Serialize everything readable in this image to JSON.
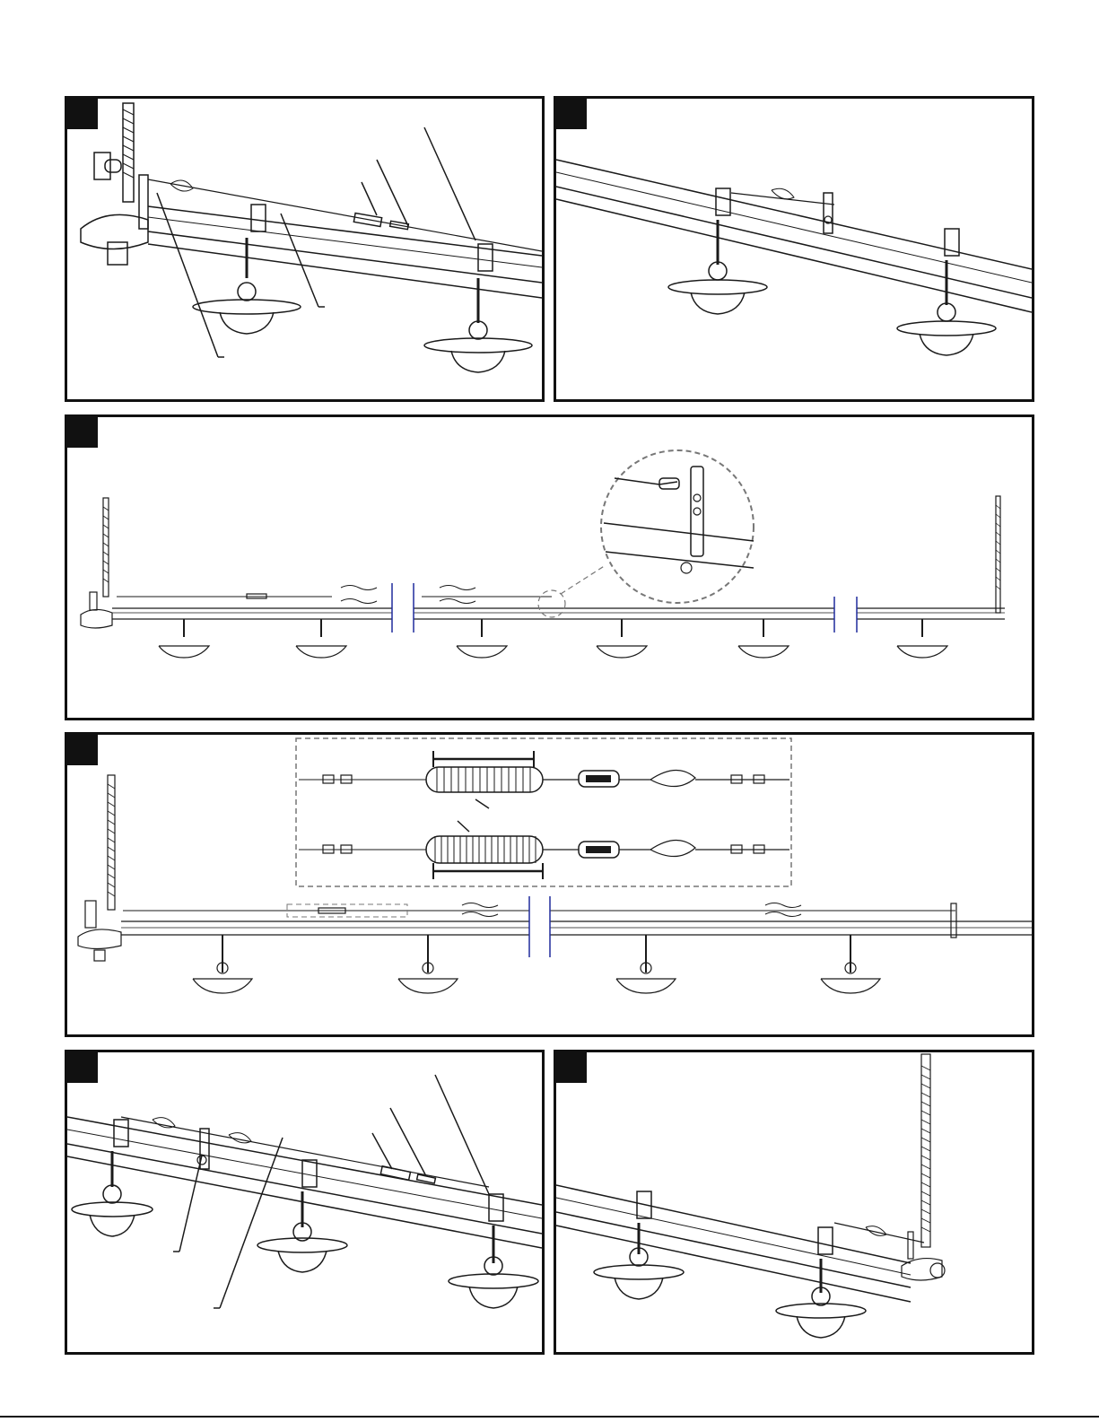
{
  "panels": [
    {
      "id": "step-1",
      "label": ""
    },
    {
      "id": "step-2",
      "label": ""
    },
    {
      "id": "step-3",
      "label": ""
    },
    {
      "id": "step-4",
      "label": ""
    },
    {
      "id": "step-5",
      "label": ""
    },
    {
      "id": "step-6",
      "label": ""
    }
  ],
  "colors": {
    "ink": "#1a1a1a",
    "break_mark": "#1f2a9c",
    "detail_border": "#777777"
  },
  "icons": [
    "regulator-icon",
    "drop-pipe-icon",
    "feeder-pan-icon",
    "turnbuckle-icon",
    "spring-icon",
    "bracket-icon"
  ]
}
